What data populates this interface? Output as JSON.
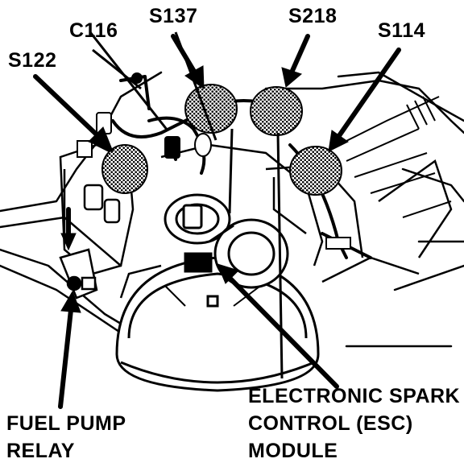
{
  "labels": {
    "c116": "C116",
    "s137": "S137",
    "s218": "S218",
    "s114": "S114",
    "s122": "S122",
    "esc_line1": "ELECTRONIC SPARK",
    "esc_line2": "CONTROL (ESC)",
    "esc_line3": "MODULE",
    "fuel_line1": "FUEL PUMP",
    "fuel_line2": "RELAY"
  },
  "colors": {
    "ink": "#000000",
    "paper": "#ffffff"
  }
}
